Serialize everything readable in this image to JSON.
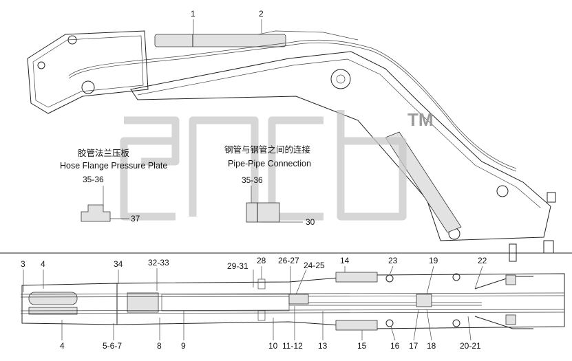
{
  "watermark": {
    "tm": "TM"
  },
  "captions": {
    "left_cn": "胶管法兰压板",
    "left_en": "Hose Flange Pressure Plate",
    "left_range": "35-36",
    "left_callout": "37",
    "right_cn": "钢管与钢管之间的连接",
    "right_en": "Pipe-Pipe Connection",
    "right_range": "35-36",
    "right_callout": "30"
  },
  "callouts_top": [
    "1",
    "2"
  ],
  "callouts_plan_top": [
    "3",
    "4",
    "34",
    "32-33",
    "29-31",
    "28",
    "26-27",
    "24-25",
    "14",
    "23",
    "19",
    "22"
  ],
  "callouts_plan_bottom": [
    "4",
    "5-6-7",
    "8",
    "9",
    "10",
    "11-12",
    "13",
    "15",
    "16",
    "17",
    "18",
    "20-21"
  ]
}
